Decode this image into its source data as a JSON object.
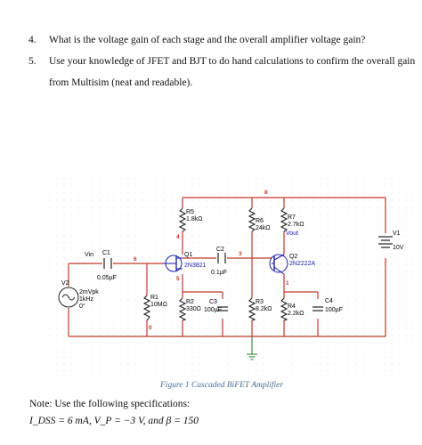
{
  "questions": [
    {
      "num": "4.",
      "text": "What is the voltage gain of each stage and the overall amplifier voltage gain?"
    },
    {
      "num": "5.",
      "text": "Use your knowledge of JFET and BJT to do hand calculations to confirm the overall gain"
    }
  ],
  "q5_cont": "from Multisim (neat and readable).",
  "schematic": {
    "R5": "R5",
    "R5_val": "1.8kΩ",
    "R6": "R6",
    "R6_val": "24kΩ",
    "R7": "R7",
    "R7_val": "2.7kΩ",
    "R1": "R1",
    "R1_val": "10MΩ",
    "R2": "R2",
    "R2_val": "330Ω",
    "R3": "R3",
    "R3_val": "8.2kΩ",
    "R4": "R4",
    "R4_val": "2.2kΩ",
    "C1": "C1",
    "C1_val": "0.05µF",
    "C2": "C2",
    "C2_val": "0.1µF",
    "C3": "C3",
    "C3_val": "100µF",
    "C4": "C4",
    "C4_val": "100µF",
    "Q1": "Q1",
    "Q1_part": "2N3821",
    "Q2": "Q2",
    "Q2_part": "2N2222A",
    "V1": "V1",
    "V1_val": "10V",
    "V2": "V2",
    "V2_l1": "2mVpk",
    "V2_l2": "1kHz",
    "V2_l3": "0°",
    "vin": "Vin",
    "vout": "Vout",
    "nodes": {
      "n8": "8",
      "n4": "4",
      "n6": "6",
      "n3": "3",
      "n5": "5",
      "n0": "0",
      "n1": "1"
    },
    "colors": {
      "wire": "#c0392b",
      "ground": "#1f7a2a",
      "grid": "#e5e5e5"
    }
  },
  "caption": "Figure 1 Cascaded BiFET Amplifier",
  "note": "Note:  Use the following specifications:",
  "specs": "I_DSS = 6 mA,  V_P = −3 V, and β = 150"
}
